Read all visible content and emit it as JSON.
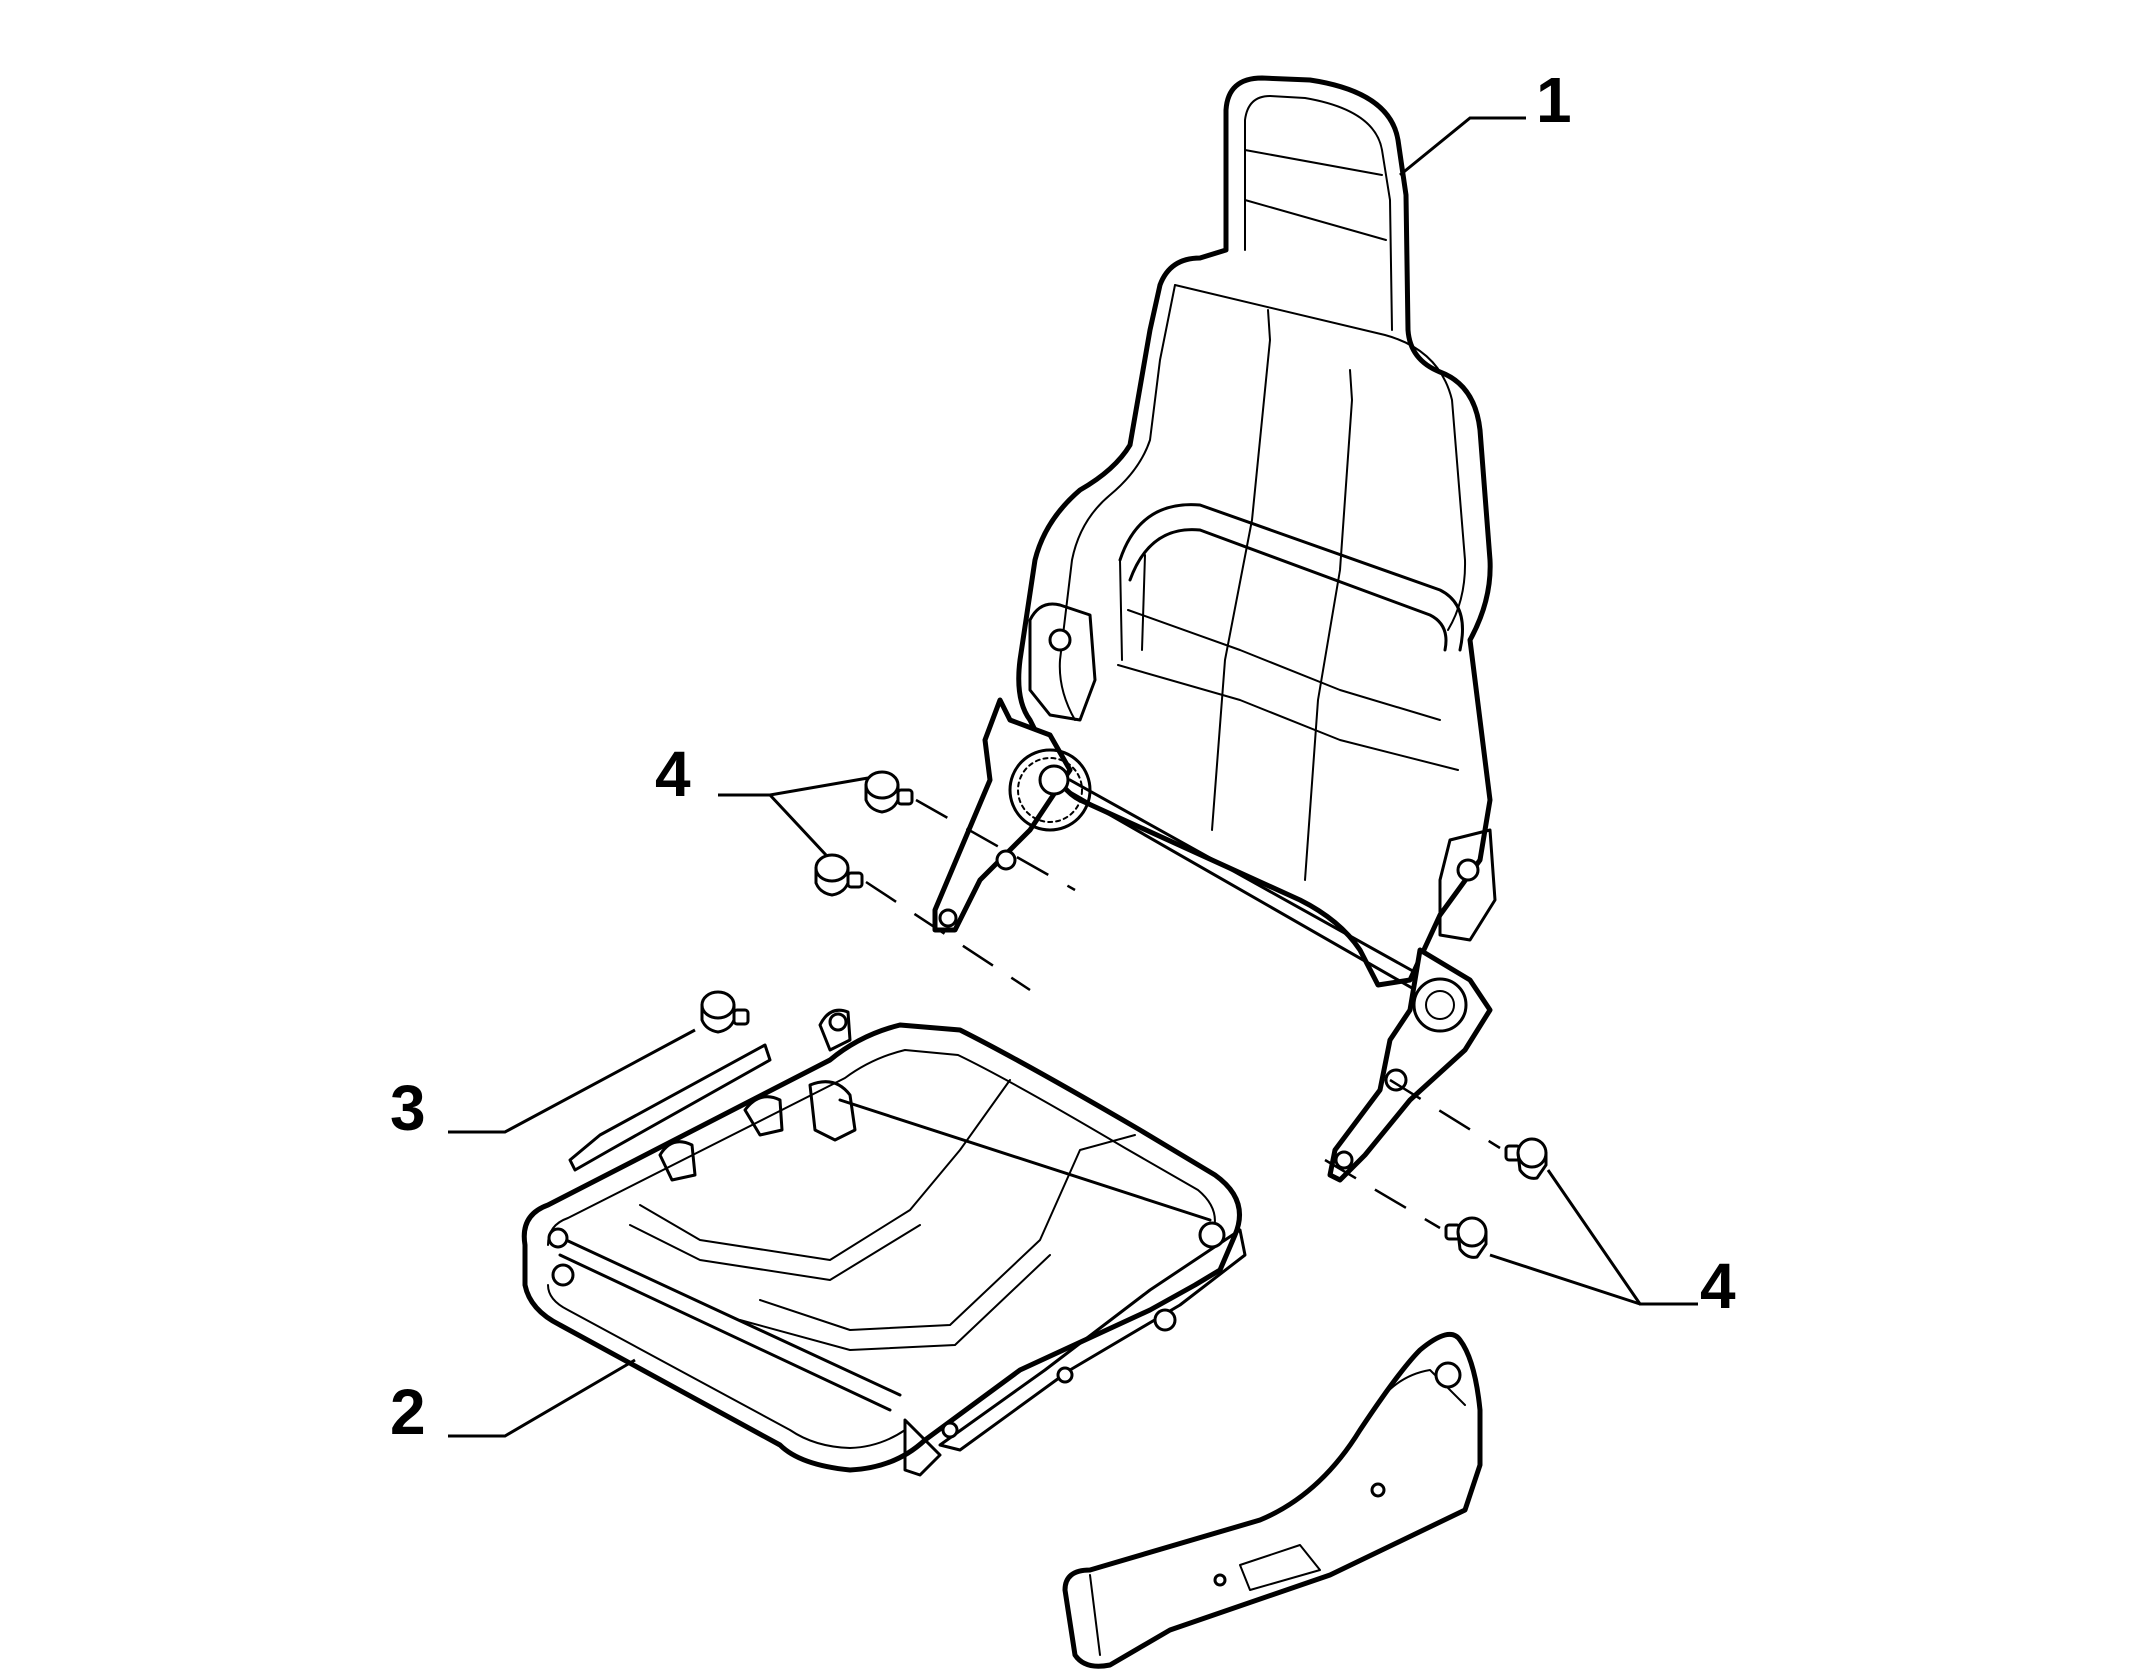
{
  "callouts": [
    {
      "id": "seat-back-frame",
      "label": "1"
    },
    {
      "id": "seat-cushion-frame",
      "label": "2"
    },
    {
      "id": "bolt-cushion",
      "label": "3"
    },
    {
      "id": "bolts-left",
      "label": "4"
    },
    {
      "id": "bolts-right",
      "label": "4"
    }
  ],
  "colors": {
    "line": "#000000",
    "background": "#ffffff",
    "shade": "#d9d9d9"
  }
}
